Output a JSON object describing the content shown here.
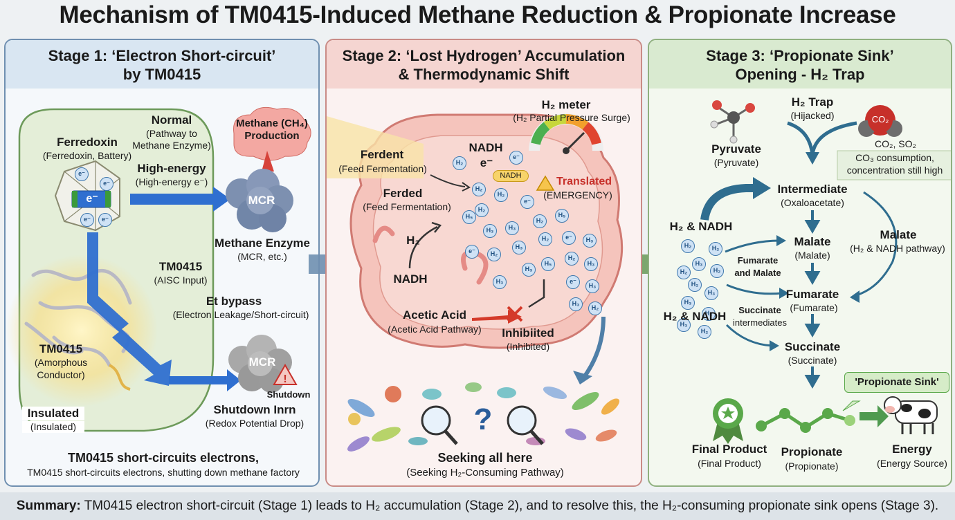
{
  "title": "Mechanism of TM0415-Induced Methane Reduction & Propionate Increase",
  "stage1": {
    "header_l1": "Stage 1: ‘Electron Short-circuit’",
    "header_l2": "by TM0415",
    "ferredoxin": "Ferredoxin",
    "ferredoxin_sub": "(Ferredoxin, Battery)",
    "electron": "e⁻",
    "normal": "Normal",
    "normal_sub1": "(Pathway to",
    "normal_sub2": "Methane Enzyme)",
    "high_energy": "High-energy",
    "high_energy_sub": "(High-energy e⁻)",
    "methane_production_l1": "Methane (CH₄)",
    "methane_production_l2": "Production",
    "mcr": "MCR",
    "methane_enzyme": "Methane Enzyme",
    "methane_enzyme_sub": "(MCR, etc.)",
    "tm0415_input": "TM0415",
    "tm0415_input_sub": "(AISC Input)",
    "et_bypass": "Et bypass",
    "et_bypass_sub": "(Electron Leakage/Short-circuit)",
    "tm0415_cond": "TM0415",
    "tm0415_cond_sub1": "(Amorphous",
    "tm0415_cond_sub2": "Conductor)",
    "mcr_off": "MCR",
    "shutdown": "Shutdown",
    "shutdown_inrn": "Shutdown Inrn",
    "shutdown_sub": "(Redox Potential Drop)",
    "insulated": "Insulated",
    "insulated_sub": "(Insulated)",
    "footer_bold": "TM0415 short-circuits electrons,",
    "footer_sub": "TM0415 short-circuits electrons, shutting down methane factory"
  },
  "stage2": {
    "header_l1": "Stage 2: ‘Lost Hydrogen’ Accumulation",
    "header_l2": "& Thermodynamic Shift",
    "h2_meter": "H₂ meter",
    "h2_meter_sub": "(H₂ Partial Pressure Surge)",
    "ferdent": "Ferdent",
    "ferdent_sub": "(Feed Fermentation)",
    "ferded": "Ferded",
    "ferded_sub": "(Feed Fermentation)",
    "nadh_top": "NADH",
    "e_top": "e⁻",
    "nadh_badge": "NADH",
    "translated": "Translated",
    "emergency": "(EMERGENCY)",
    "h2": "H₂",
    "nadh": "NADH",
    "acetic": "Acetic Acid",
    "acetic_sub": "(Acetic Acid Pathway)",
    "inhibited": "Inhibiited",
    "inhibited_sub": "(Inhibited)",
    "question": "?",
    "seeking": "Seeking all here",
    "seeking_sub": "(Seeking H₂-Consuming Pathway)"
  },
  "stage3": {
    "header_l1": "Stage 3: ‘Propionate Sink’",
    "header_l2": "Opening - H₂ Trap",
    "h2_trap": "H₂ Trap",
    "h2_trap_sub": "(Hijacked)",
    "co2_icon": "CO₂",
    "co2": "CO₂, SO₂",
    "co2_sub1": "CO₃ consumption,",
    "co2_sub2": "concentration still high",
    "pyruvate": "Pyruvate",
    "pyruvate_sub": "(Pyruvate)",
    "intermediate": "Intermediate",
    "intermediate_sub": "(Oxaloacetate)",
    "h2_nadh_1": "H₂ & NADH",
    "malate_right": "Malate",
    "malate_right_sub": "(H₂ & NADH pathway)",
    "malate": "Malate",
    "malate_sub": "(Malate)",
    "fumarate_malate_l1": "Fumarate",
    "fumarate_malate_l2": "and Malate",
    "fumarate": "Fumarate",
    "fumarate_sub": "(Fumarate)",
    "succinate_int_l1": "Succinate",
    "succinate_int_l2": "intermediates",
    "h2_nadh_2": "H₂ & NADH",
    "succinate": "Succinate",
    "succinate_sub": "(Succinate)",
    "propionate_sink": "'Propionate Sink'",
    "final_product": "Final Product",
    "final_product_sub": "(Final Product)",
    "propionate": "Propionate",
    "propionate_sub": "(Propionate)",
    "energy": "Energy",
    "energy_sub": "(Energy Source)"
  },
  "summary": {
    "bold": "Summary:",
    "text": " TM0415 electron short-circuit (Stage 1) leads to H₂ accumulation (Stage 2), and to resolve this, the H₂-consuming propionate sink opens (Stage 3)."
  },
  "colors": {
    "stage1": "#6f8fb0",
    "stage2": "#c98b86",
    "stage3": "#8fb07f",
    "electron_blue": "#2f6fd0",
    "inhibit_red": "#d43a2a"
  }
}
